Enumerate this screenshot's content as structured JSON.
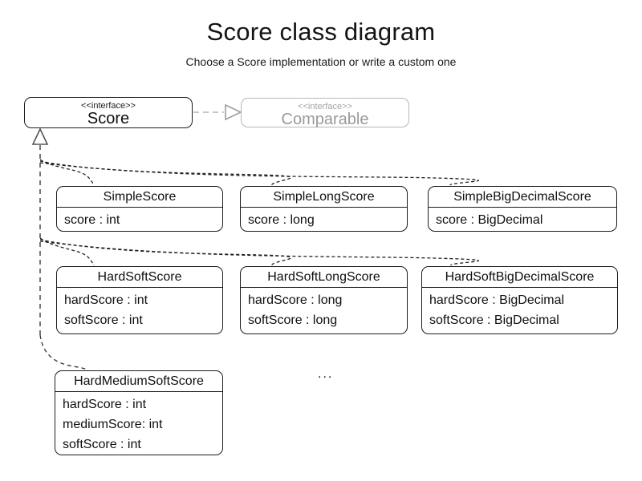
{
  "title": "Score class diagram",
  "subtitle": "Choose a Score implementation or write a custom one",
  "diagram": {
    "score_interface": {
      "stereotype": "<<interface>>",
      "name": "Score"
    },
    "comparable_interface": {
      "stereotype": "<<interface>>",
      "name": "Comparable"
    },
    "classes": [
      {
        "name": "SimpleScore",
        "attributes": [
          "score : int"
        ]
      },
      {
        "name": "SimpleLongScore",
        "attributes": [
          "score : long"
        ]
      },
      {
        "name": "SimpleBigDecimalScore",
        "attributes": [
          "score : BigDecimal"
        ]
      },
      {
        "name": "HardSoftScore",
        "attributes": [
          "hardScore : int",
          "softScore : int"
        ]
      },
      {
        "name": "HardSoftLongScore",
        "attributes": [
          "hardScore : long",
          "softScore : long"
        ]
      },
      {
        "name": "HardSoftBigDecimalScore",
        "attributes": [
          "hardScore : BigDecimal",
          "softScore : BigDecimal"
        ]
      },
      {
        "name": "HardMediumSoftScore",
        "attributes": [
          "hardScore : int",
          "mediumScore: int",
          "softScore : int"
        ]
      }
    ],
    "ellipsis": "...",
    "relations": [
      {
        "from": "Score",
        "to": "Comparable",
        "type": "dashed-generalization"
      },
      {
        "from": "SimpleScore",
        "to": "Score",
        "type": "realization"
      },
      {
        "from": "SimpleLongScore",
        "to": "Score",
        "type": "realization"
      },
      {
        "from": "SimpleBigDecimalScore",
        "to": "Score",
        "type": "realization"
      },
      {
        "from": "HardSoftScore",
        "to": "Score",
        "type": "realization"
      },
      {
        "from": "HardSoftLongScore",
        "to": "Score",
        "type": "realization"
      },
      {
        "from": "HardSoftBigDecimalScore",
        "to": "Score",
        "type": "realization"
      },
      {
        "from": "HardMediumSoftScore",
        "to": "Score",
        "type": "realization"
      }
    ],
    "colors": {
      "line": "#222222",
      "muted_line": "#9e9e9e",
      "muted_border": "#b7b7b7",
      "background": "#ffffff"
    }
  }
}
